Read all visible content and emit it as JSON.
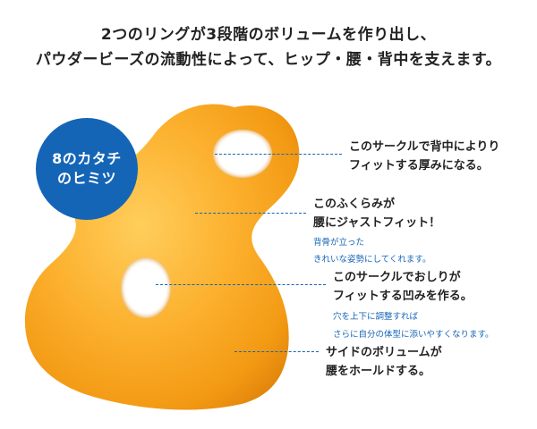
{
  "headline": {
    "line1": "2つのリングが3段階のボリュームを作り出し、",
    "line2": "パウダービーズの流動性によって、ヒップ・腰・背中を支えます。"
  },
  "badge": {
    "line1": "8のカタチ",
    "line2": "のヒミツ",
    "color": "#1565b7"
  },
  "product": {
    "icon": "figure-eight-cushion",
    "color": "#f7a51c"
  },
  "callouts": [
    {
      "line1": "このサークルで背中によりり",
      "line2": "フィットする厚みになる。"
    },
    {
      "line1": "このふくらみが",
      "line2": "腰にジャストフィット！",
      "note1": "背骨が立った",
      "note2": "きれいな姿勢にしてくれます。"
    },
    {
      "line1": "このサークルでおしりが",
      "line2": "フィットする凹みを作る。",
      "note1": "穴を上下に調整すれば",
      "note2": "さらに自分の体型に添いやすくなります。"
    },
    {
      "line1": "サイドのボリュームが",
      "line2": "腰をホールドする。"
    }
  ],
  "accent_color": "#1565b7"
}
